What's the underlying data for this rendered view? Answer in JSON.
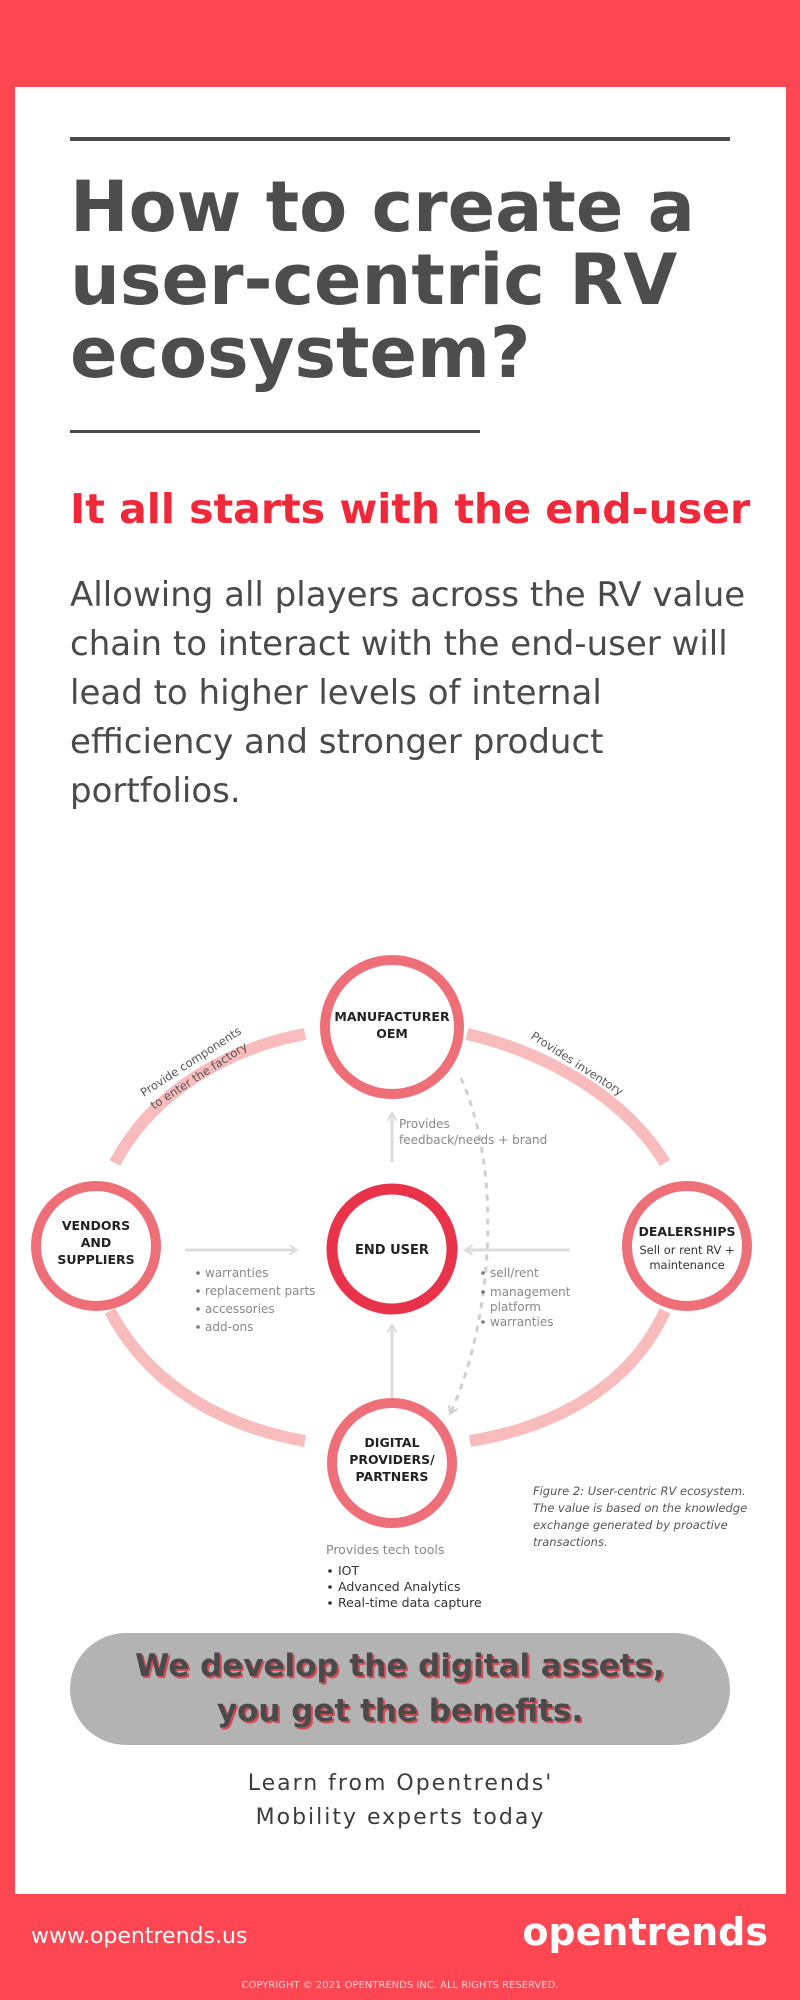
{
  "heading": {
    "title": "How to create a user-centric RV ecosystem?",
    "subtitle": "It all starts with the end-user",
    "intro": "Allowing all players across the RV value chain to interact with the end-user will lead to higher levels of internal efficiency and stronger product portfolios."
  },
  "diagram": {
    "nodes": {
      "manufacturer": {
        "line1": "MANUFACTURER",
        "line2": "OEM"
      },
      "vendors": {
        "line1": "VENDORS",
        "line2": "AND",
        "line3": "SUPPLIERS"
      },
      "end_user": {
        "label": "END USER"
      },
      "dealerships": {
        "title": "DEALERSHIPS",
        "line1": "Sell or rent RV +",
        "line2": "maintenance"
      },
      "digital": {
        "line1": "DIGITAL",
        "line2": "PROVIDERS/",
        "line3": "PARTNERS"
      }
    },
    "arc_labels": {
      "components_line1": "Provide components",
      "components_line2": "to enter the factory",
      "inventory": "Provides inventory"
    },
    "annotations": {
      "feedback_line1": "Provides",
      "feedback_line2": "feedback/needs + brand",
      "vendor_items": [
        "warranties",
        "replacement parts",
        "accessories",
        "add-ons"
      ],
      "dealer_items": [
        "sell/rent",
        "management",
        "platform",
        "warranties"
      ],
      "tech_title": "Provides tech tools",
      "tech_items": [
        "IOT",
        "Advanced Analytics",
        "Real-time data capture"
      ]
    },
    "caption": {
      "line1": "Figure 2: User-centric RV ecosystem.",
      "line2": "The value is based on the knowledge",
      "line3": "exchange generated by proactive",
      "line4": "transactions."
    },
    "colors": {
      "ring": "#ef6f79",
      "end_user_ring": "#e8334a",
      "arc": "#f8bcbc",
      "arrow": "#dcdcdc"
    }
  },
  "cta": {
    "pill": "We develop the digital assets,\nyou get the benefits.",
    "learn": "Learn from Opentrends'\nMobility experts today"
  },
  "footer": {
    "url": "www.opentrends.us",
    "logo": "opentrends",
    "copyright": "COPYRIGHT © 2021 OPENTRENDS INC. ALL RIGHTS RESERVED."
  },
  "colors": {
    "brand_red": "#ff4653",
    "accent_red": "#f0283a",
    "text_dark": "#4a4a4a",
    "pill_gray": "#b3b3b3"
  }
}
